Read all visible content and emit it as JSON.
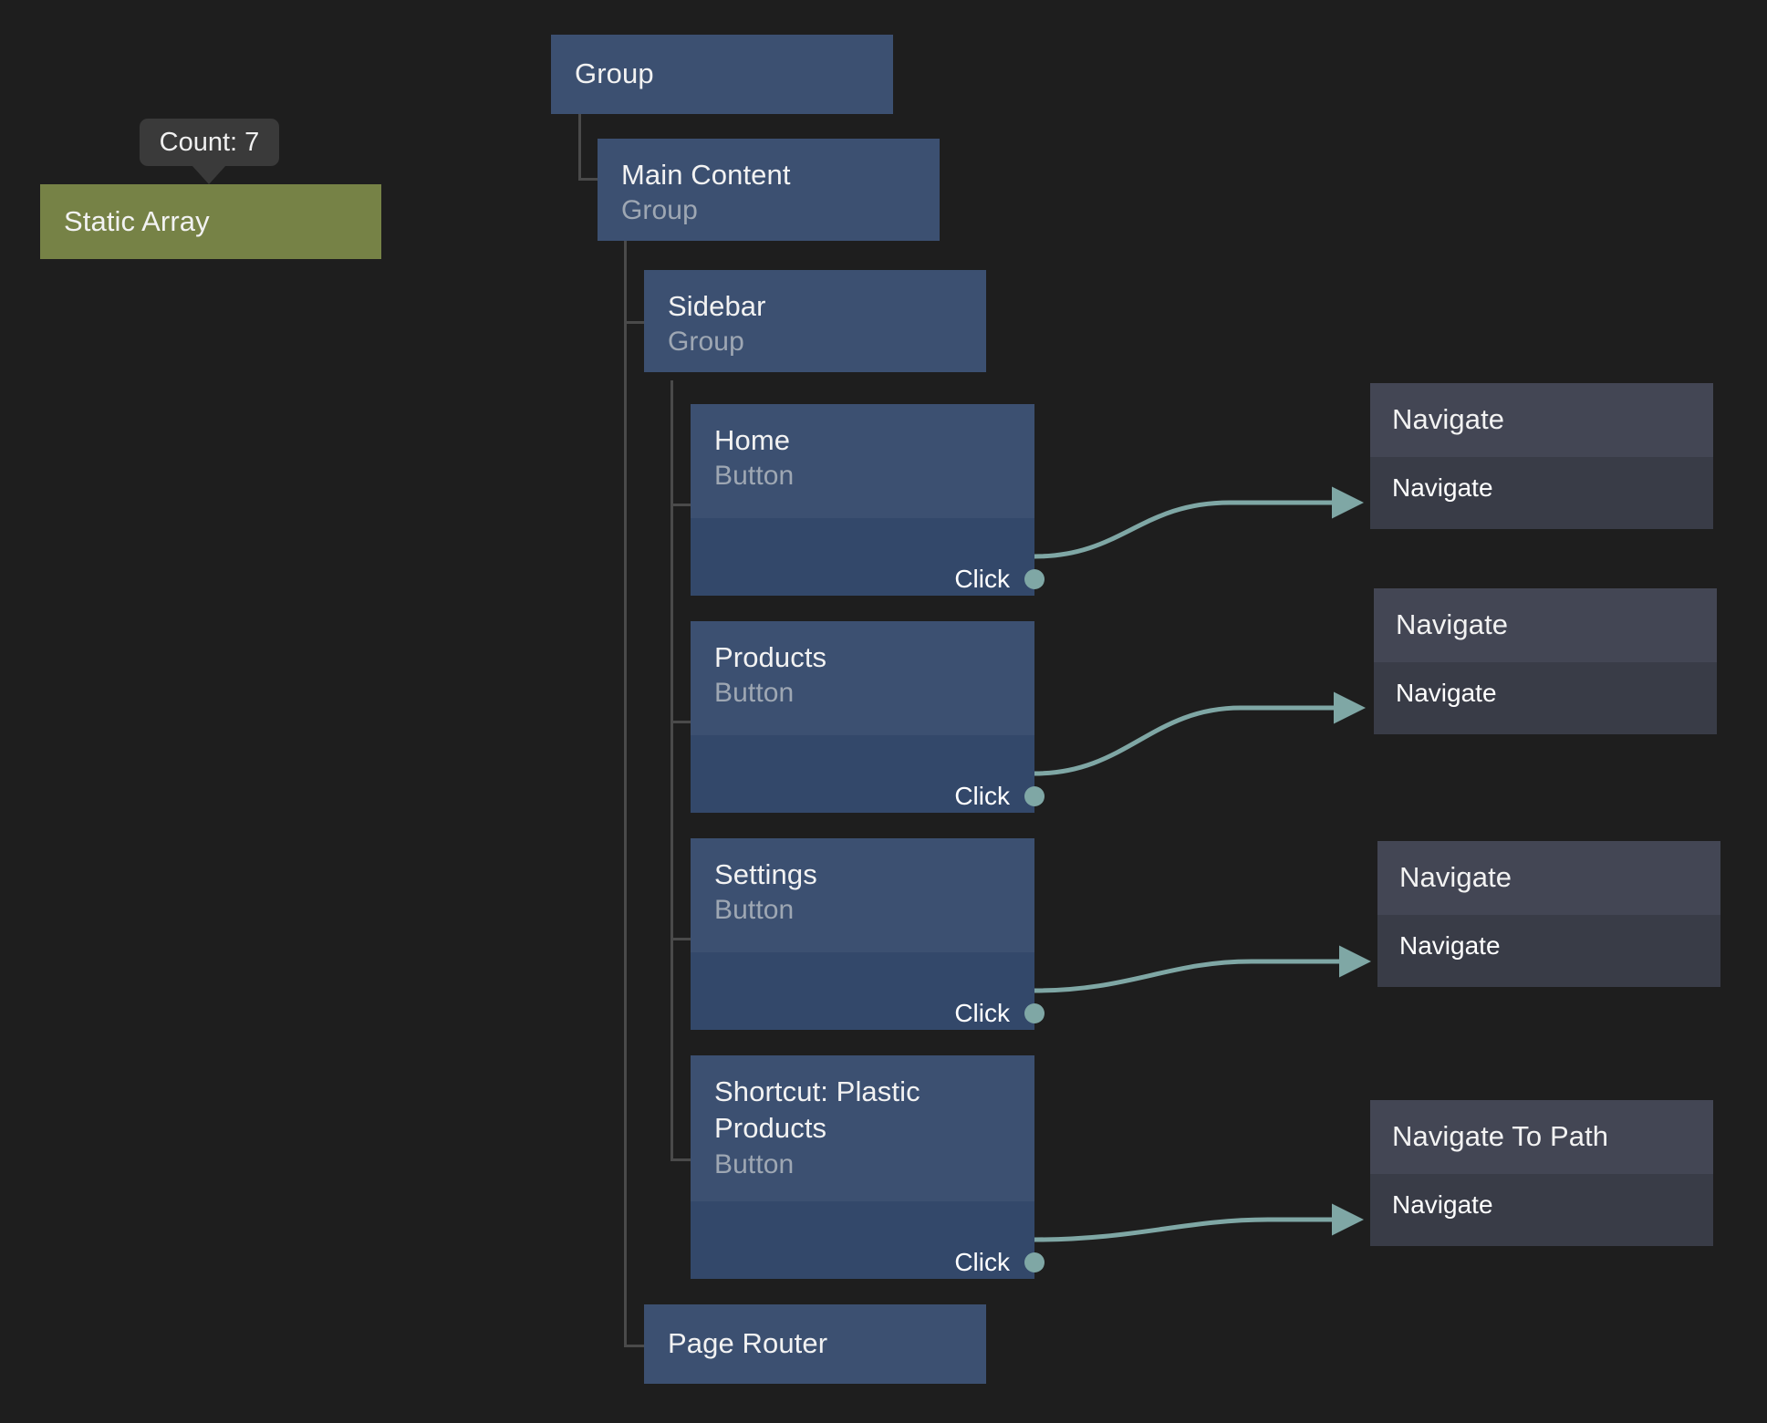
{
  "canvas": {
    "background": "#1e1e1e",
    "accent_edge_color": "#7fa7a5",
    "node_header_color": "#3c5071",
    "node_body_color": "#33486a",
    "action_header_color": "#434654",
    "action_body_color": "#393c47",
    "static_array_color": "#768246",
    "tooltip_color": "#3a3a3a",
    "tree_line_color": "#4a4a4a"
  },
  "tooltip": {
    "label": "Count: 7"
  },
  "static_array_node": {
    "title": "Static Array"
  },
  "tree": {
    "root": {
      "title": "Group"
    },
    "main_content": {
      "title": "Main Content",
      "subtitle": "Group"
    },
    "sidebar": {
      "title": "Sidebar",
      "subtitle": "Group"
    },
    "page_router": {
      "title": "Page Router"
    }
  },
  "buttons": [
    {
      "title": "Home",
      "subtitle": "Button",
      "port": "Click"
    },
    {
      "title": "Products",
      "subtitle": "Button",
      "port": "Click"
    },
    {
      "title": "Settings",
      "subtitle": "Button",
      "port": "Click"
    },
    {
      "title": "Shortcut: Plastic Products",
      "subtitle": "Button",
      "port": "Click"
    }
  ],
  "actions": [
    {
      "title": "Navigate",
      "input_port": "Navigate"
    },
    {
      "title": "Navigate",
      "input_port": "Navigate"
    },
    {
      "title": "Navigate",
      "input_port": "Navigate"
    },
    {
      "title": "Navigate To Path",
      "input_port": "Navigate"
    }
  ]
}
